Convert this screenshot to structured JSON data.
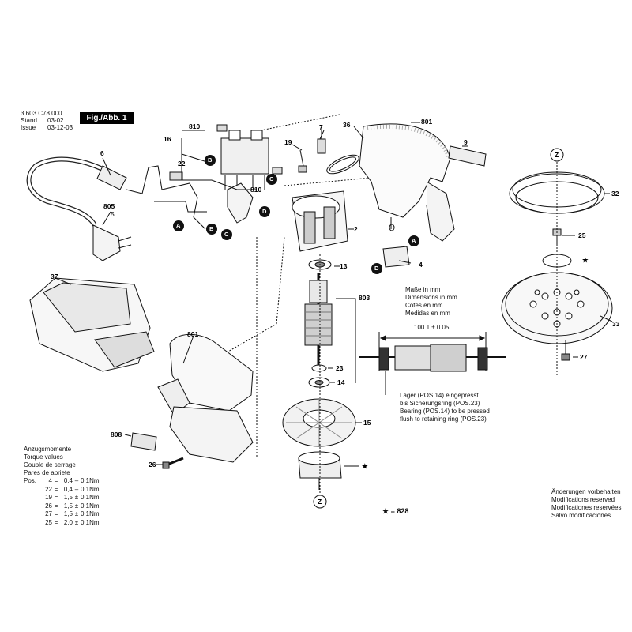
{
  "header": {
    "doc_number": "3 603 C78 000",
    "stand_label": "Stand",
    "stand_value": "03-02",
    "issue_label": "Issue",
    "issue_value": "03-12-03",
    "figure_label": "Fig./Abb. 1"
  },
  "part_numbers": {
    "p810a": "810",
    "p16": "16",
    "p7": "7",
    "p36": "36",
    "p801a": "801",
    "p9": "9",
    "p19": "19",
    "p22": "22",
    "p6": "6",
    "p810b": "810",
    "p805": "805",
    "p5": "5",
    "p2": "2",
    "p4": "4",
    "p13": "13",
    "p803": "803",
    "p23": "23",
    "p14": "14",
    "p15": "15",
    "p37": "37",
    "p801b": "801",
    "p808": "808",
    "p26": "26",
    "p32": "32",
    "p25": "25",
    "p33": "33",
    "p27": "27"
  },
  "callouts": {
    "A1": "A",
    "B1": "B",
    "B2": "B",
    "C1": "C",
    "C2": "C",
    "D1": "D",
    "A2": "A",
    "D2": "D",
    "Z_top": "Z",
    "Z_bottom": "Z"
  },
  "dimensions_note": [
    "Maße in mm",
    "Dimensions in mm",
    "Cotes en mm",
    "Medidas en mm"
  ],
  "dimension_value": "100.1 ± 0.05",
  "bearing_note": [
    "Lager (POS.14) eingepresst",
    "bis Sicherungsring (POS.23)",
    "Bearing (POS.14) to be pressed",
    "flush to retaining ring (POS.23)"
  ],
  "torque": {
    "headings": [
      "Anzugsmomente",
      "Torque values",
      "Couple de serrage",
      "Pares de apriete"
    ],
    "pos_label": "Pos.",
    "rows": [
      {
        "pos": "4",
        "eq": "=",
        "a": "0,4",
        "pm": "–",
        "b": "0,1Nm"
      },
      {
        "pos": "22",
        "eq": "=",
        "a": "0,4",
        "pm": "–",
        "b": "0,1Nm"
      },
      {
        "pos": "19",
        "eq": "=",
        "a": "1,5",
        "pm": "±",
        "b": "0,1Nm"
      },
      {
        "pos": "26",
        "eq": "=",
        "a": "1,5",
        "pm": "±",
        "b": "0,1Nm"
      },
      {
        "pos": "27",
        "eq": "=",
        "a": "1,5",
        "pm": "±",
        "b": "0,1Nm"
      },
      {
        "pos": "25",
        "eq": "=",
        "a": "2,0",
        "pm": "±",
        "b": "0,1Nm"
      }
    ]
  },
  "star_note": "★ = 828",
  "star_symbol": "★",
  "changes_note": [
    "Änderungen vorbehalten",
    "Modifications reserved",
    "Modificationes reservées",
    "Salvo modificaciones"
  ]
}
